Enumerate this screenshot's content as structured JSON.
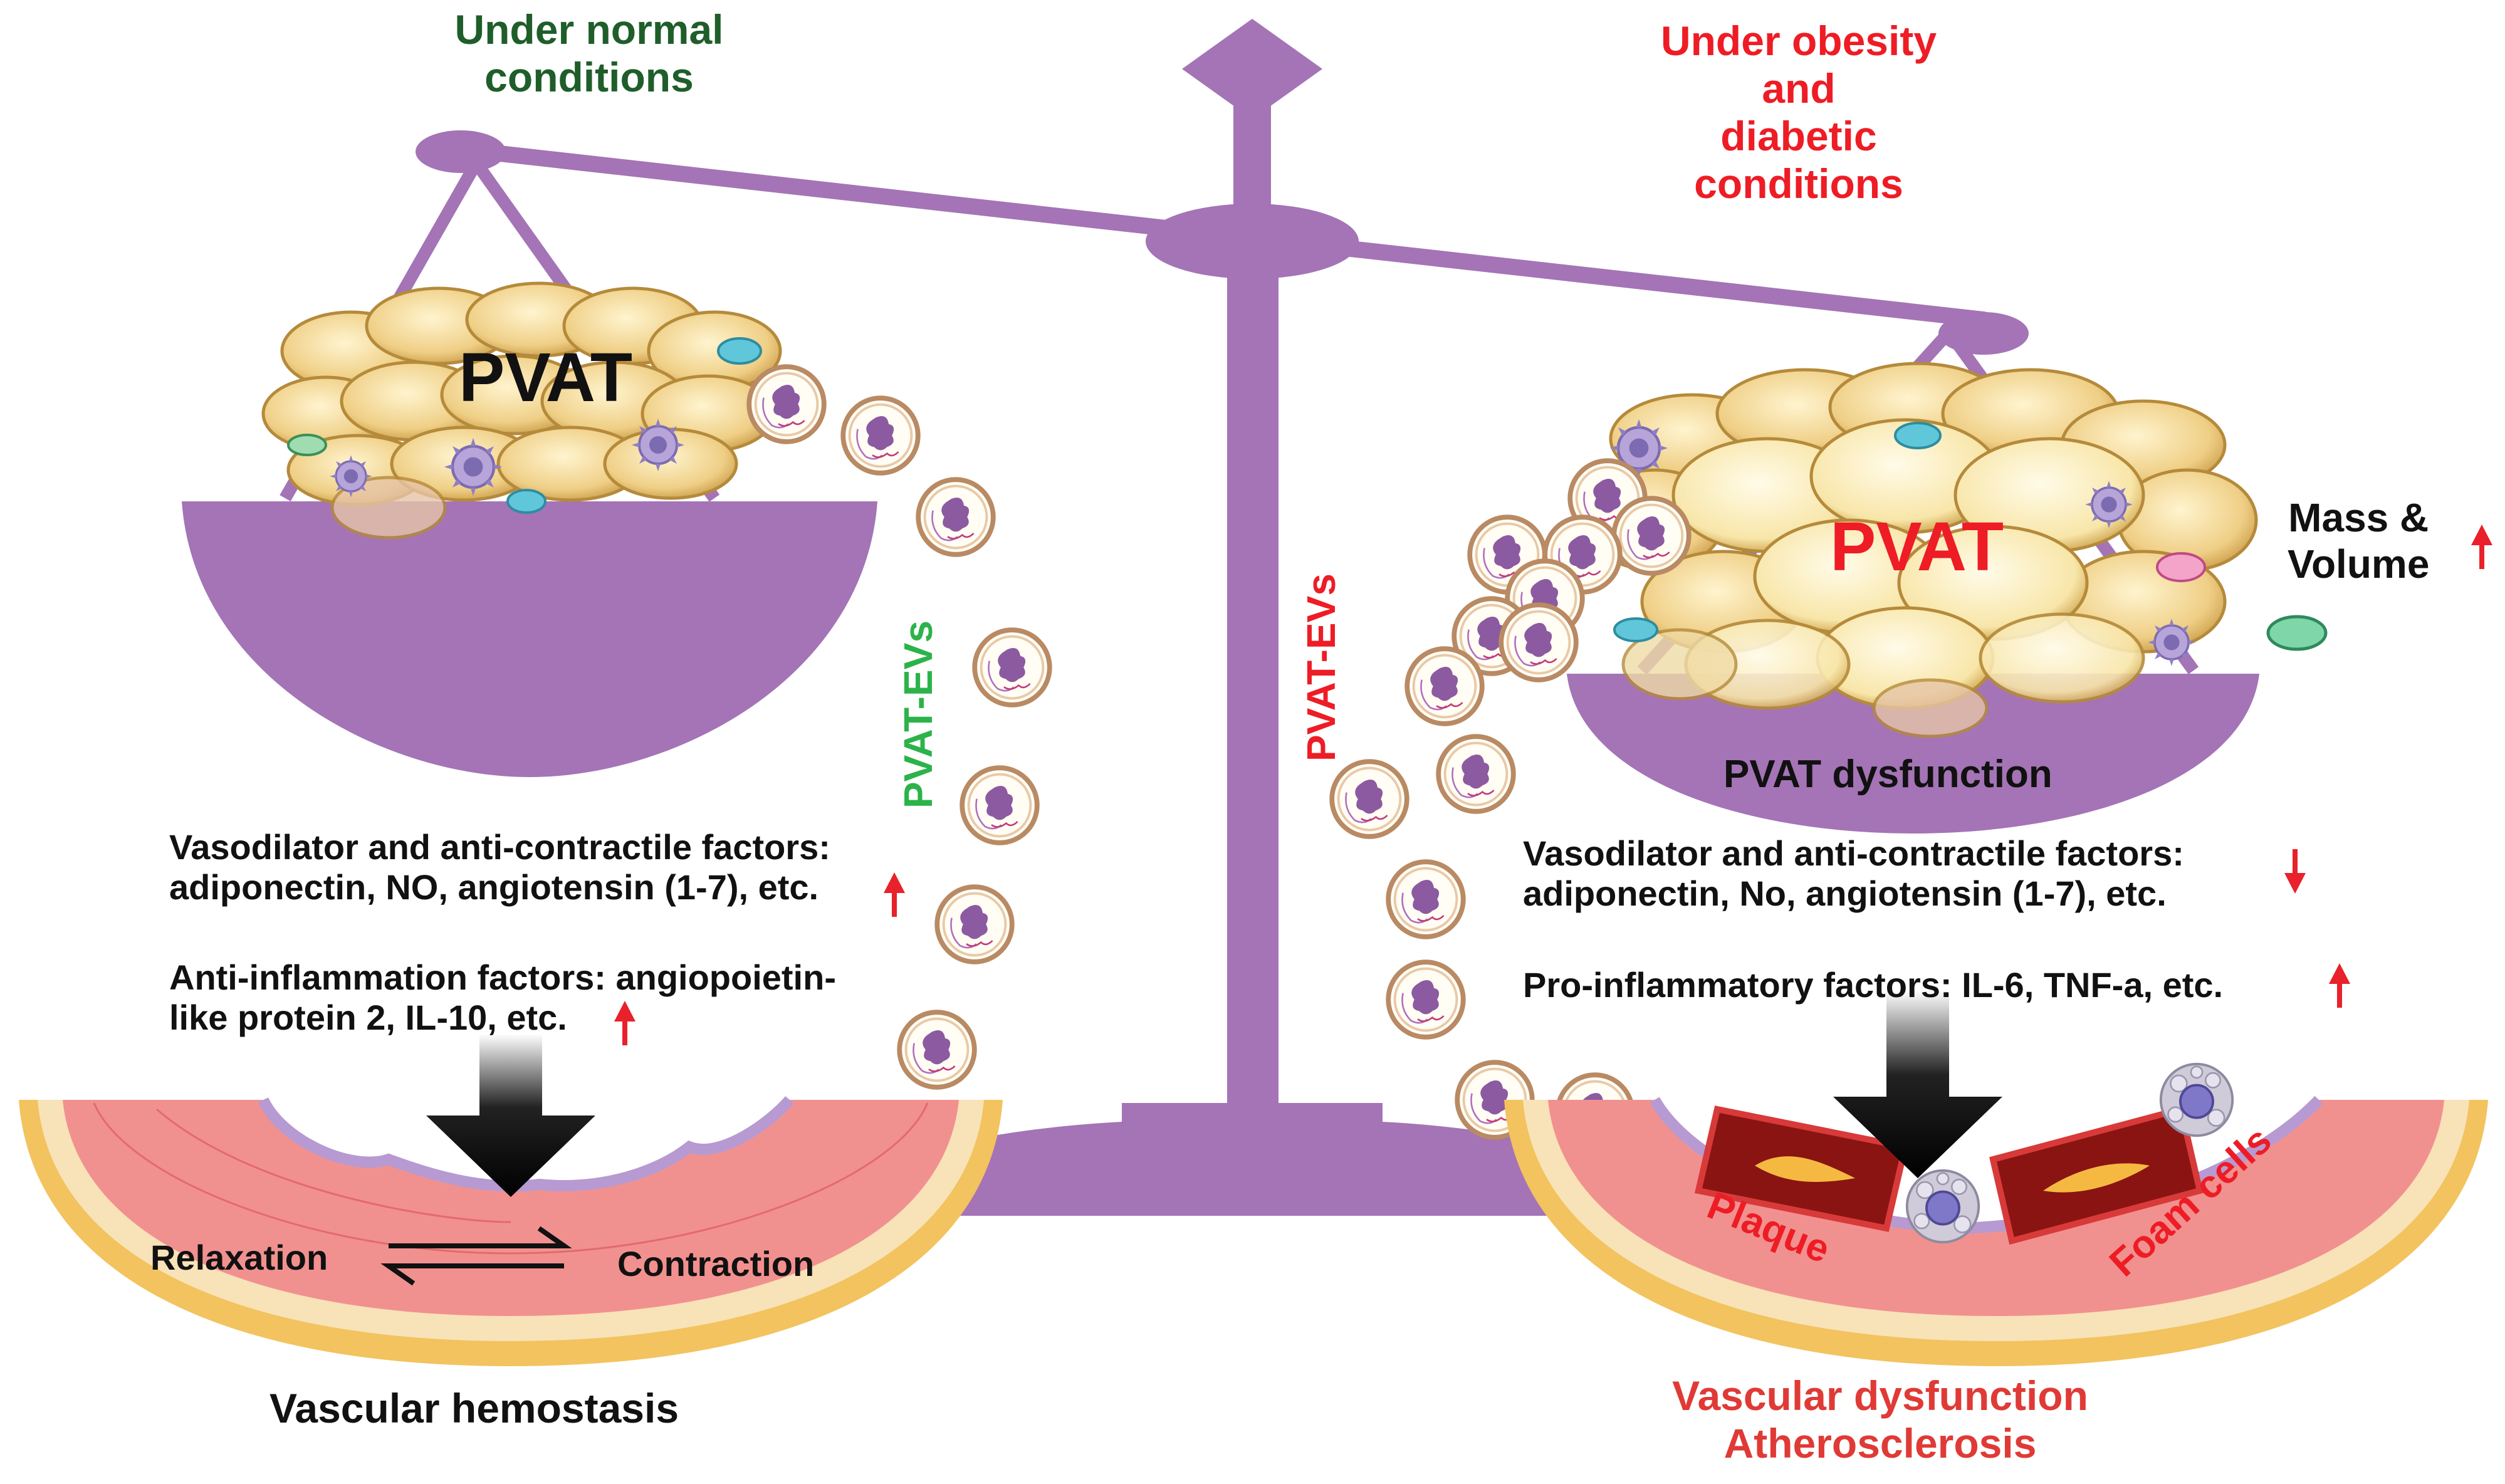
{
  "left": {
    "heading": "Under normal conditions",
    "pvat_label": "PVAT",
    "ev_label": "PVAT-EVs",
    "vasodilator_line1": "Vasodilator and anti-contractile factors:",
    "vasodilator_line2": "adiponectin, NO, angiotensin (1-7), etc.",
    "antiinflam_line1": "Anti-inflammation factors: angiopoietin-",
    "antiinflam_line2": "like protein 2, IL-10, etc.",
    "relaxation": "Relaxation",
    "contraction": "Contraction",
    "outcome": "Vascular hemostasis"
  },
  "right": {
    "heading_line1": "Under obesity and",
    "heading_line2": "diabetic conditions",
    "pvat_label": "PVAT",
    "ev_label": "PVAT-EVs",
    "mass_line1": "Mass &",
    "mass_line2": "Volume",
    "dysfunction": "PVAT dysfunction",
    "vasodilator_line1": "Vasodilator and anti-contractile factors:",
    "vasodilator_line2": "adiponectin, No, angiotensin (1-7), etc.",
    "proinflam": "Pro-inflammatory factors: IL-6, TNF-a, etc.",
    "plaque": "Plaque",
    "foam": "Foam cells",
    "outcome_line1": "Vascular dysfunction",
    "outcome_line2": "Atherosclerosis"
  },
  "colors": {
    "scale": "#a474b6",
    "normal_heading": "#1f5e2a",
    "disease_heading": "#ee1c25",
    "ev_green": "#2bb34a",
    "ev_red": "#ee1c25",
    "fat_cell": "#f1d58f",
    "vessel": "#f3a4a0"
  },
  "icons": [
    "up-arrow-icon",
    "down-arrow-icon",
    "black-down-arrow-icon",
    "equilibrium-arrows-icon",
    "ev-vesicle-icon",
    "adipocyte-icon",
    "immune-cell-icon",
    "foam-cell-icon",
    "plaque-icon"
  ]
}
